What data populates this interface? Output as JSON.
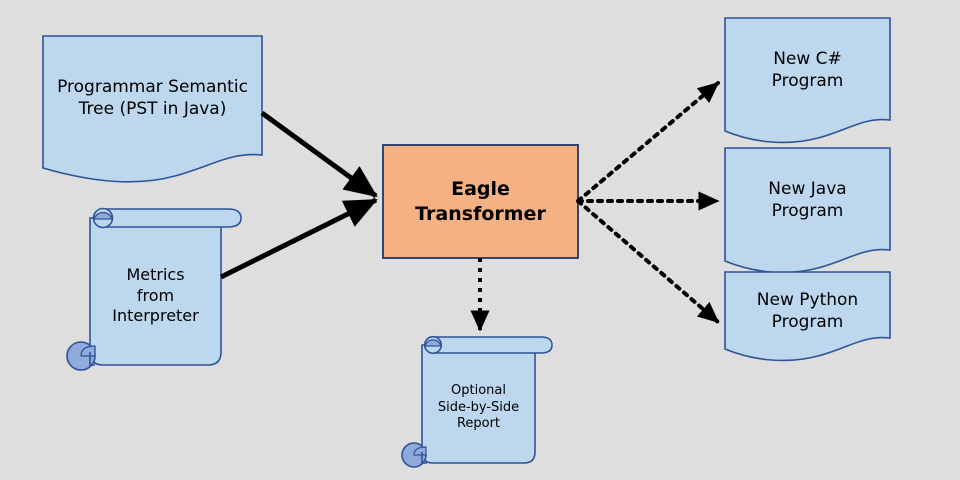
{
  "diagram": {
    "background_color": "#dedede",
    "colors": {
      "doc_fill": "#bdd7ee",
      "doc_stroke": "#2f5496",
      "process_fill": "#f4b183",
      "process_stroke": "#1f3864",
      "scroll_curl_fill": "#8faadc",
      "arrow_color": "#000000",
      "text_color": "#000000"
    },
    "inputs": [
      {
        "id": "pst-document",
        "shape": "document",
        "lines": [
          "Programmar Semantic",
          "Tree (PST in Java)"
        ]
      },
      {
        "id": "metrics-scroll",
        "shape": "scroll",
        "lines": [
          "Metrics",
          "from",
          "Interpreter"
        ]
      }
    ],
    "process": {
      "id": "eagle-transformer",
      "shape": "rectangle",
      "lines": [
        "Eagle",
        "Transformer"
      ]
    },
    "outputs": [
      {
        "id": "new-csharp-program",
        "shape": "document",
        "lines": [
          "New C#",
          "Program"
        ]
      },
      {
        "id": "new-java-program",
        "shape": "document",
        "lines": [
          "New Java",
          "Program"
        ]
      },
      {
        "id": "new-python-program",
        "shape": "document",
        "lines": [
          "New Python",
          "Program"
        ]
      }
    ],
    "optional_output": {
      "id": "optional-report",
      "shape": "scroll",
      "lines": [
        "Optional",
        "Side-by-Side",
        "Report"
      ]
    },
    "connectors": [
      {
        "id": "pst-to-transformer",
        "style": "solid",
        "arrowhead": "filled-triangle"
      },
      {
        "id": "metrics-to-transformer",
        "style": "solid",
        "arrowhead": "filled-triangle"
      },
      {
        "id": "transformer-to-csharp",
        "style": "dotted",
        "arrowhead": "filled-triangle"
      },
      {
        "id": "transformer-to-java",
        "style": "dotted",
        "arrowhead": "filled-triangle"
      },
      {
        "id": "transformer-to-python",
        "style": "dotted",
        "arrowhead": "filled-triangle"
      },
      {
        "id": "transformer-to-report",
        "style": "dotted",
        "arrowhead": "filled-triangle"
      }
    ]
  }
}
